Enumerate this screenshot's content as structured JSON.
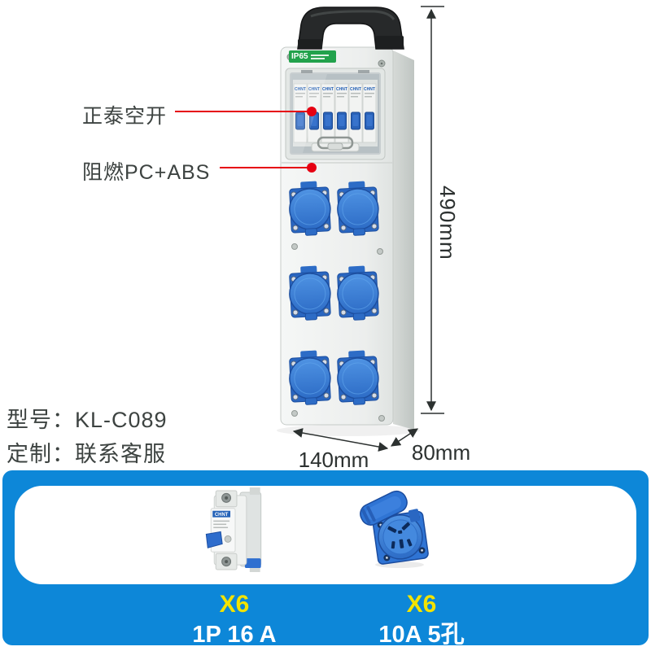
{
  "product": {
    "ip_rating_label": "IP65",
    "breaker_brand": "CHNT",
    "breaker_count": 6,
    "socket_count": 6
  },
  "annotations": {
    "breaker_note": "正泰空开",
    "material_note": "阻燃PC+ABS"
  },
  "dimensions": {
    "height": "490mm",
    "width": "140mm",
    "depth": "80mm"
  },
  "info": {
    "model_line": "型号：KL-C089",
    "custom_line": "定制：联系客服"
  },
  "bottom_panel": {
    "items": [
      {
        "qty": "X6",
        "spec": "1P 16 A"
      },
      {
        "qty": "X6",
        "spec": "10A 5孔"
      }
    ]
  },
  "colors": {
    "panel_blue": "#0d87d8",
    "accent_yellow": "#f3e300",
    "annotation_red": "#e60012",
    "socket_blue": "#2f74d4",
    "box_gray": "#eef0ef",
    "text_dark": "#3d4341"
  }
}
